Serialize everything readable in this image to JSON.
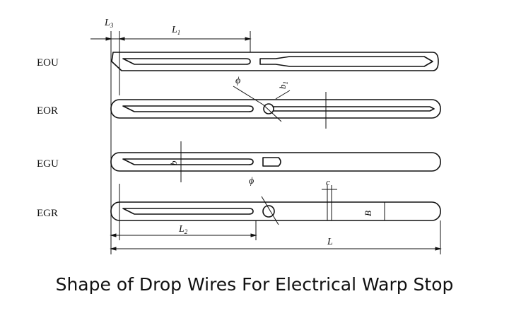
{
  "diagram": {
    "wires": [
      {
        "code": "EOU"
      },
      {
        "code": "EOR"
      },
      {
        "code": "EGU"
      },
      {
        "code": "EGR"
      }
    ],
    "dimensions": {
      "L3": {
        "main": "L",
        "sub": "3"
      },
      "L1": {
        "main": "L",
        "sub": "1"
      },
      "L2": {
        "main": "L",
        "sub": "2"
      },
      "L": "L",
      "phi_top": "ϕ",
      "phi_bottom": "ϕ",
      "b1": {
        "main": "b",
        "sub": "1"
      },
      "b": "b",
      "c": "c",
      "B": "B"
    },
    "colors": {
      "ink": "#111111",
      "paper": "#ffffff"
    }
  },
  "caption": "Shape of Drop Wires For Electrical Warp Stop"
}
